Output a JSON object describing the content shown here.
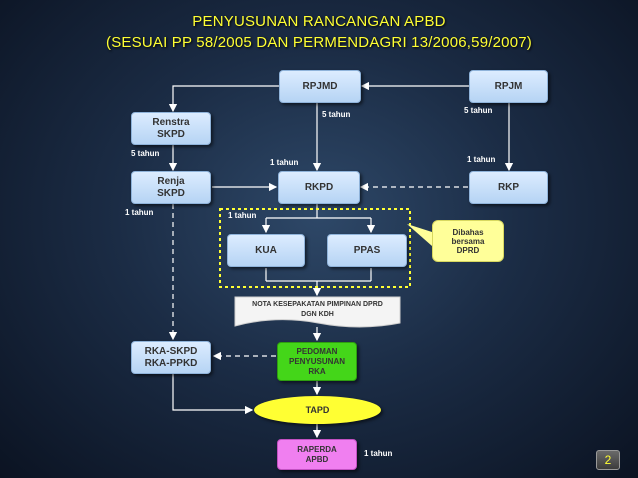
{
  "title": {
    "line1": "PENYUSUNAN RANCANGAN APBD",
    "line2": "(SESUAI PP 58/2005 DAN PERMENDAGRI 13/2006,59/2007)"
  },
  "nodes": {
    "rpjmd": "RPJMD",
    "rpjm": "RPJM",
    "renstra": [
      "Renstra",
      "SKPD"
    ],
    "renja": [
      "Renja",
      "SKPD"
    ],
    "rkpd": "RKPD",
    "rkp": "RKP",
    "kua": "KUA",
    "ppas": "PPAS",
    "dibahas": [
      "Dibahas",
      "bersama",
      "DPRD"
    ],
    "nota": [
      "NOTA KESEPAKATAN PIMPINAN DPRD",
      "DGN KDH"
    ],
    "rka": [
      "RKA-SKPD",
      "RKA-PPKD"
    ],
    "pedoman": [
      "PEDOMAN",
      "PENYUSUNAN",
      "RKA"
    ],
    "tapd": "TAPD",
    "raperda": [
      "RAPERDA",
      "APBD"
    ]
  },
  "labels": {
    "rpjmd_rkpd": "5 tahun",
    "rpjm_rkp": "5 tahun",
    "renstra": "5 tahun",
    "renja": "1 tahun",
    "rkpd_left": "1 tahun",
    "rkp": "1 tahun",
    "kua_ppas": "1 tahun",
    "raperda": "1 tahun"
  },
  "page_number": "2",
  "colors": {
    "title": "#ffff33",
    "box_blue": "#c9e0f8",
    "pedoman": "#44d619",
    "raperda": "#f07ff0",
    "tapd": "#ffff33",
    "dashed_frame": "#ffff33"
  }
}
